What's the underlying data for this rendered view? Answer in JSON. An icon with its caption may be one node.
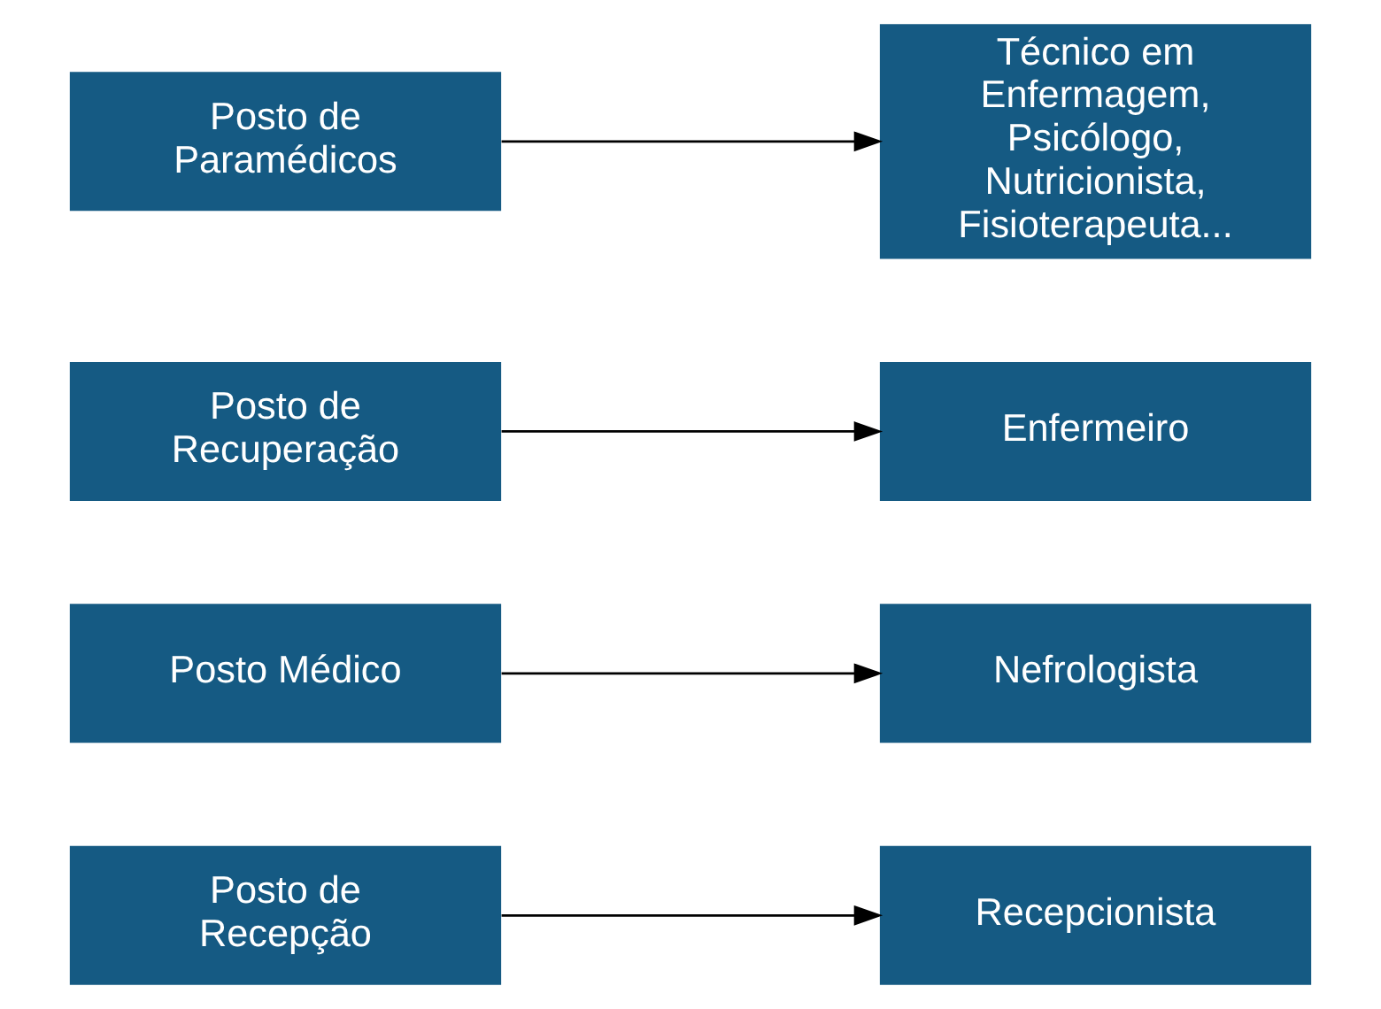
{
  "diagram": {
    "nodes": [
      {
        "text": [
          "Posto de Recepção"
        ]
      },
      {
        "text": [
          "Recepcionista"
        ]
      },
      {
        "text": [
          "Posto Médico"
        ]
      },
      {
        "text": [
          "Nefrologista"
        ]
      },
      {
        "text": [
          "Posto de Recuperação"
        ]
      },
      {
        "text": [
          "Enfermeiro"
        ]
      },
      {
        "text": [
          "Posto de Paramédicos"
        ]
      },
      {
        "text": [
          "Técnico em Enfermagem, Psicólogo, Nutricionista, Fisioterapeuta..."
        ]
      }
    ],
    "edges": [
      {
        "from": 0,
        "to": 1,
        "arrow": "to"
      },
      {
        "from": 2,
        "to": 3,
        "arrow": "to"
      },
      {
        "from": 4,
        "to": 5,
        "arrow": "to"
      },
      {
        "from": 6,
        "to": 7,
        "arrow": "to"
      }
    ]
  }
}
